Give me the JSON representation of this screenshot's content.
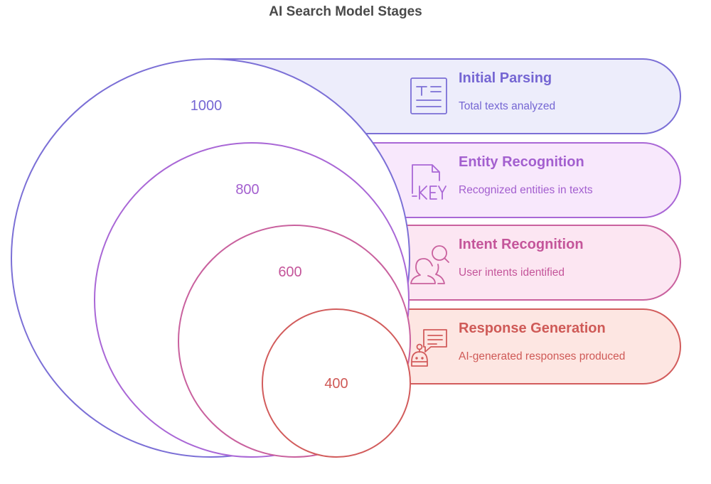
{
  "title": "AI Search Model Stages",
  "stages": [
    {
      "name": "Initial Parsing",
      "description": "Total texts analyzed",
      "value": "1000",
      "icon": "text-document-icon",
      "stroke": "#7b6fd6",
      "fill": "#ededfb",
      "text_color": "#7566d3"
    },
    {
      "name": "Entity Recognition",
      "description": "Recognized entities in texts",
      "value": "800",
      "icon": "key-file-icon",
      "stroke": "#a967d6",
      "fill": "#f8e8fc",
      "text_color": "#a35fcf"
    },
    {
      "name": "Intent Recognition",
      "description": "User intents identified",
      "value": "600",
      "icon": "user-search-icon",
      "stroke": "#c9619e",
      "fill": "#fce6f2",
      "text_color": "#c4559a"
    },
    {
      "name": "Response Generation",
      "description": "AI-generated responses produced",
      "value": "400",
      "icon": "chatbot-icon",
      "stroke": "#d25c5c",
      "fill": "#fde6e2",
      "text_color": "#cf5a57"
    }
  ]
}
